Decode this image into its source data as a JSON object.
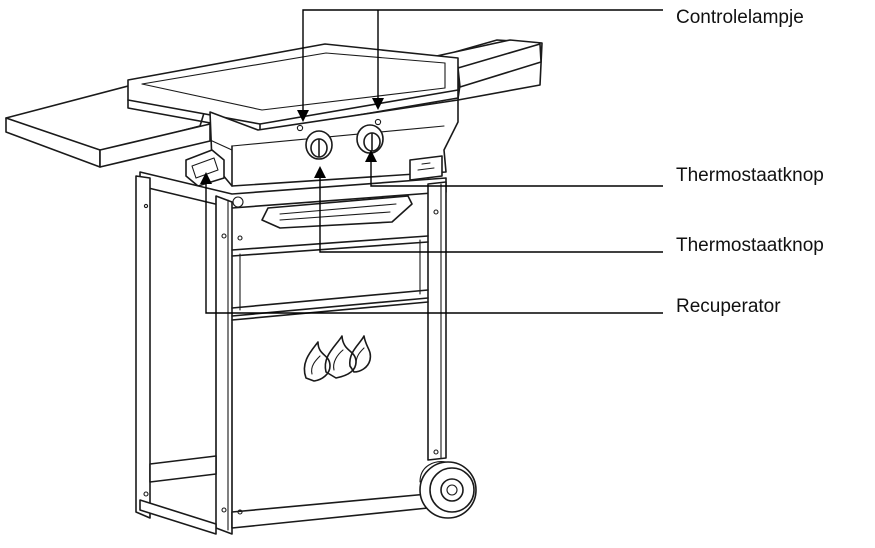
{
  "callouts": [
    {
      "label": "Controlelampje"
    },
    {
      "label": "Thermostaatknop"
    },
    {
      "label": "Thermostaatknop"
    },
    {
      "label": "Recuperator"
    }
  ]
}
